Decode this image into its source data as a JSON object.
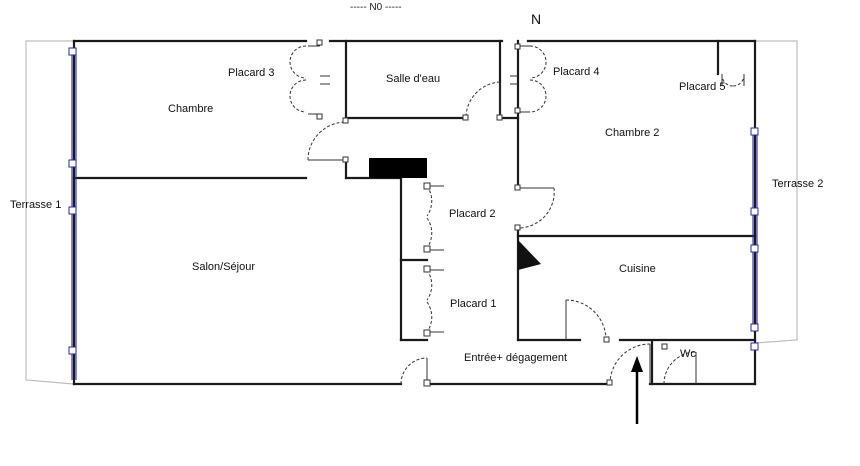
{
  "header": {
    "level_label": "----- N0 -----",
    "north_label": "N"
  },
  "rooms": [
    {
      "id": "chambre",
      "label": "Chambre"
    },
    {
      "id": "placard-3",
      "label": "Placard 3"
    },
    {
      "id": "salle-deau",
      "label": "Salle d'eau"
    },
    {
      "id": "placard-4",
      "label": "Placard 4"
    },
    {
      "id": "placard-5",
      "label": "Placard 5"
    },
    {
      "id": "chambre-2",
      "label": "Chambre 2"
    },
    {
      "id": "terrasse-1",
      "label": "Terrasse 1"
    },
    {
      "id": "terrasse-2",
      "label": "Terrasse 2"
    },
    {
      "id": "placard-2",
      "label": "Placard 2"
    },
    {
      "id": "salon-sejour",
      "label": "Salon/Séjour"
    },
    {
      "id": "cuisine",
      "label": "Cuisine"
    },
    {
      "id": "placard-1",
      "label": "Placard 1"
    },
    {
      "id": "entree",
      "label": "Entrée+ dégagement"
    },
    {
      "id": "wc",
      "label": "Wc"
    }
  ],
  "colors": {
    "wall": "#1a1a1a",
    "window": "#2a2aa8",
    "terrace": "#bdbdbd",
    "accent_block": "#000000"
  }
}
